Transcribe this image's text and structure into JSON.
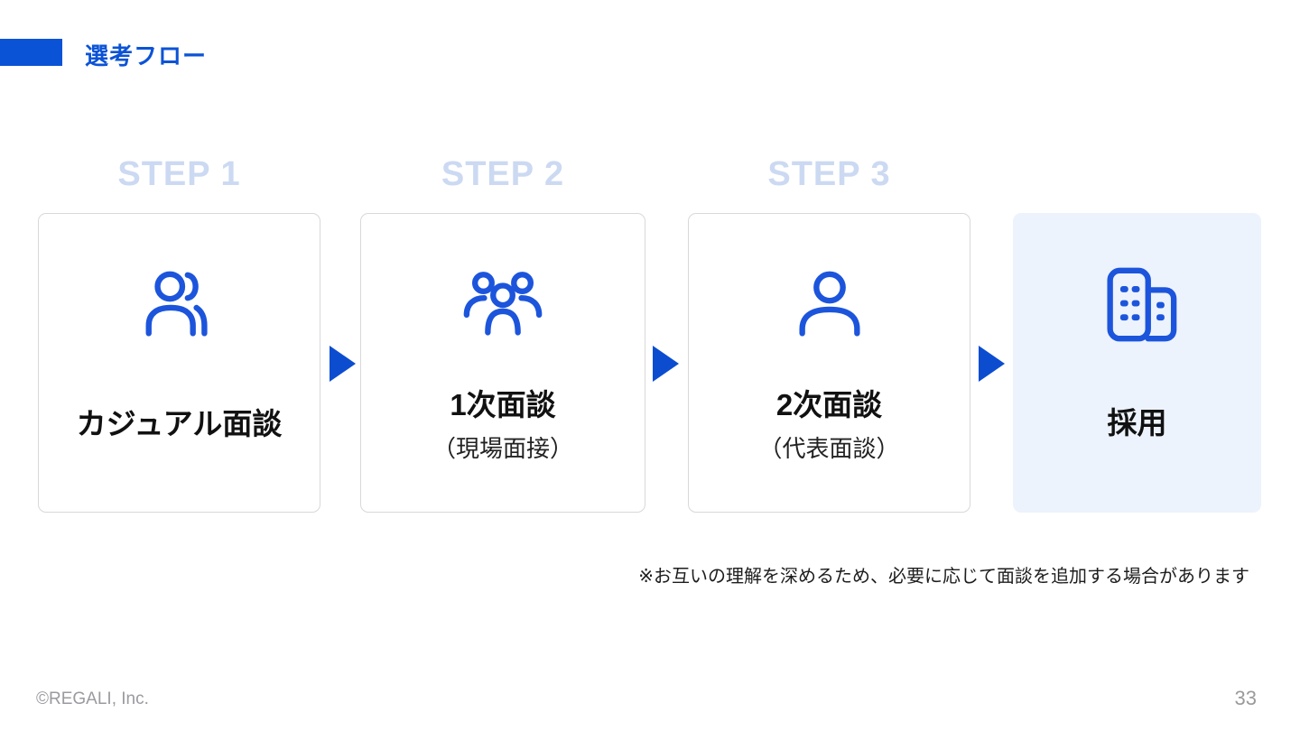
{
  "slide": {
    "title": "選考フロー",
    "note": "※お互いの理解を深めるため、必要に応じて面談を追加する場合があります",
    "footer": {
      "copyright": "©REGALI, Inc.",
      "page_number": "33"
    }
  },
  "flow": {
    "steps": [
      {
        "step_label": "STEP 1",
        "title": "カジュアル面談",
        "subtitle": "",
        "icon": "two-people-icon",
        "highlighted": false
      },
      {
        "step_label": "STEP 2",
        "title": "1次面談",
        "subtitle": "（現場面接）",
        "icon": "three-people-icon",
        "highlighted": false
      },
      {
        "step_label": "STEP 3",
        "title": "2次面談",
        "subtitle": "（代表面談）",
        "icon": "person-icon",
        "highlighted": false
      },
      {
        "step_label": "",
        "title": "採用",
        "subtitle": "",
        "icon": "buildings-icon",
        "highlighted": true
      }
    ]
  },
  "colors": {
    "accent_blue": "#0B53D6",
    "icon_blue": "#1C55DC",
    "arrow_blue": "#0C4DD0",
    "step_label_blue": "#CCD9F2",
    "card_border_gray": "#D8D8D8",
    "highlight_card_bg": "#EDF3FC",
    "title_text": "#111111",
    "footer_gray": "#9A9AA0"
  }
}
